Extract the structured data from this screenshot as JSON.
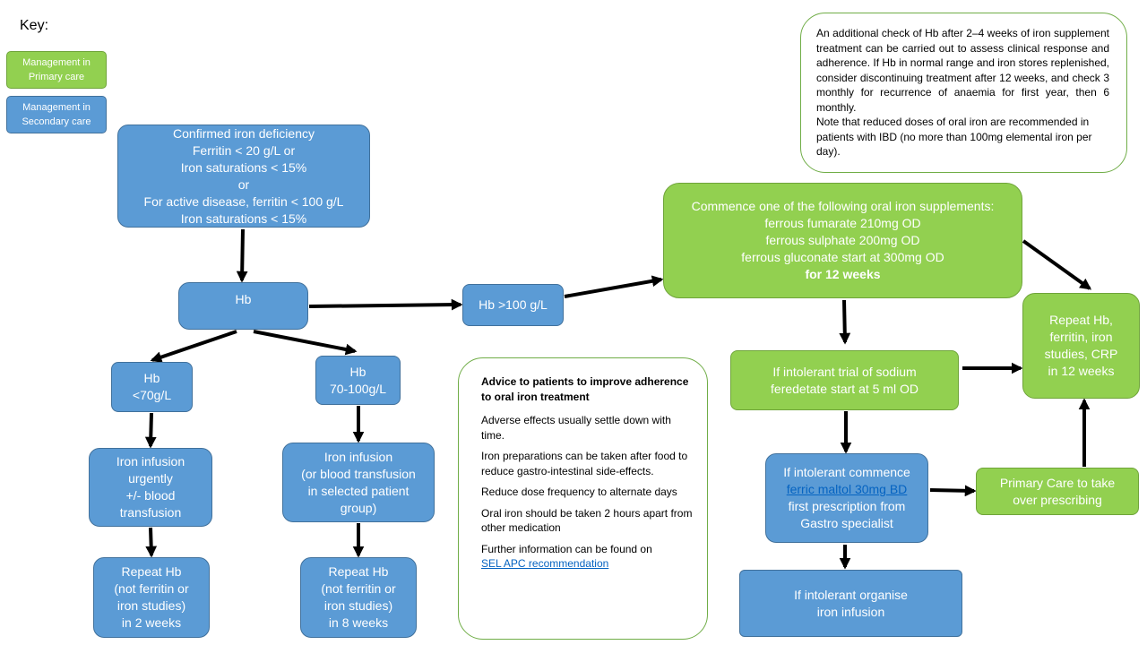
{
  "key": {
    "title": "Key:",
    "primary": [
      "Management in",
      "Primary care"
    ],
    "secondary": [
      "Management in",
      "Secondary care"
    ]
  },
  "colors": {
    "primary_care": "#92d050",
    "secondary_care": "#5b9bd5",
    "arrow": "#000000"
  },
  "nodes": {
    "confirmed": [
      "Confirmed iron deficiency",
      "Ferritin < 20 g/L or",
      "Iron saturations < 15%",
      "or",
      "For active disease, ferritin < 100 g/L",
      "Iron saturations < 15%"
    ],
    "hb": "Hb",
    "hb_gt100": "Hb >100 g/L",
    "hb_lt70": [
      "Hb",
      "<70g/L"
    ],
    "hb_70_100": [
      "Hb",
      "70-100g/L"
    ],
    "infusion_urgent": [
      "Iron infusion",
      "urgently",
      "+/- blood",
      "transfusion"
    ],
    "infusion_selected": [
      "Iron infusion",
      "(or blood transfusion",
      "in selected patient",
      "group)"
    ],
    "repeat_2wk": [
      "Repeat Hb",
      "(not ferritin or",
      "iron studies)",
      "in 2 weeks"
    ],
    "repeat_8wk": [
      "Repeat Hb",
      "(not ferritin or",
      "iron studies)",
      "in 8 weeks"
    ],
    "commence": [
      "Commence one of the following oral iron supplements:",
      "ferrous fumarate 210mg OD",
      "ferrous sulphate 200mg OD",
      "ferrous gluconate start at 300mg OD"
    ],
    "commence_duration": "for 12 weeks",
    "feredetate": [
      "If intolerant trial of sodium",
      "feredetate start at 5 ml OD"
    ],
    "maltol_pre": "If intolerant commence",
    "maltol_link": "ferric maltol 30mg BD",
    "maltol_post": [
      "first prescription from",
      "Gastro specialist"
    ],
    "organise_infusion": [
      "If intolerant organise",
      "iron infusion"
    ],
    "primary_takeover": [
      "Primary Care to take",
      "over prescribing"
    ],
    "repeat_12wk": [
      "Repeat Hb,",
      "ferritin, iron",
      "studies, CRP",
      "in 12 weeks"
    ]
  },
  "top_note": [
    "An additional check of Hb after 2–4 weeks of iron supplement treatment can be carried out to assess clinical response and adherence. If Hb in normal range and iron stores replenished, consider discontinuing treatment after 12 weeks, and check 3 monthly for recurrence of anaemia for first year, then 6 monthly.",
    "Note that reduced doses of oral iron are recommended in patients with IBD (no more than 100mg elemental iron per day)."
  ],
  "advice": {
    "title": "Advice to patients to improve adherence to oral iron  treatment",
    "items": [
      "Adverse effects usually settle down with time.",
      "Iron preparations can be taken after food to reduce gastro-intestinal side-effects.",
      "Reduce dose frequency to alternate days",
      "Oral iron should be taken 2 hours apart from other medication"
    ],
    "further": "Further information can be found on",
    "link": "SEL APC recommendation"
  }
}
